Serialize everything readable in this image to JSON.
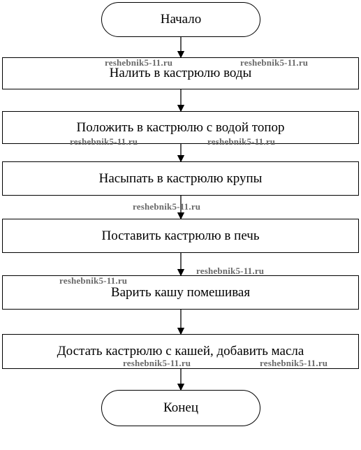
{
  "flowchart": {
    "start": "Начало",
    "steps": [
      "Налить в кастрюлю воды",
      "Положить в кастрюлю с водой топор",
      "Насыпать в кастрюлю крупы",
      "Поставить кастрюлю в печь",
      "Варить кашу помешивая",
      "Достать кастрюлю с кашей, добавить масла"
    ],
    "end": "Конец"
  },
  "watermark": "reshebnik5-11.ru"
}
